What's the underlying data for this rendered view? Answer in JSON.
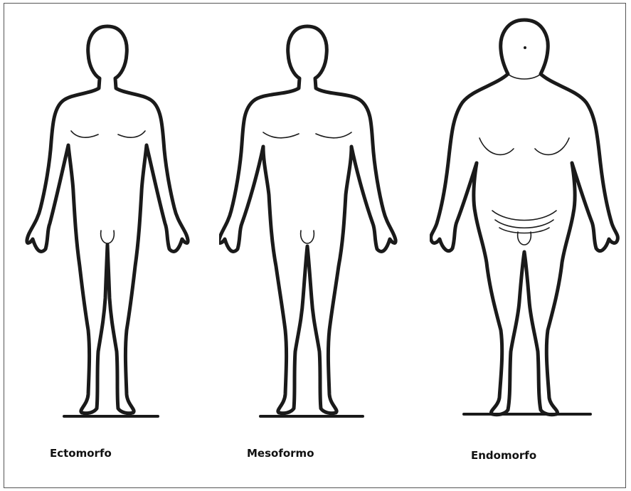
{
  "labels": {
    "ectomorph": "Ectomorfo",
    "mesomorph": "Mesoformo",
    "endomorph": "Endomorfo"
  },
  "colors": {
    "line": "#1a1a1a",
    "background": "#ffffff",
    "border": "#555555"
  }
}
